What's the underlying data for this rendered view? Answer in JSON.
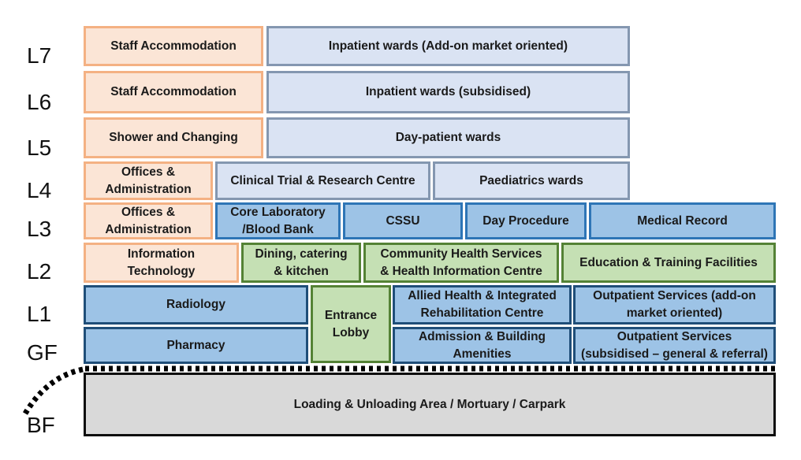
{
  "levels": [
    "L7",
    "L6",
    "L5",
    "L4",
    "L3",
    "L2",
    "L1",
    "GF",
    "BF"
  ],
  "blocks": {
    "l7_staff": "Staff Accommodation",
    "l7_inpatient": "Inpatient wards (Add-on market oriented)",
    "l6_staff": "Staff Accommodation",
    "l6_inpatient": "Inpatient wards (subsidised)",
    "l5_shower": "Shower and Changing",
    "l5_daypatient": "Day-patient wards",
    "l4_offices_1": "Offices &",
    "l4_offices_2": "Administration",
    "l4_clinical": "Clinical Trial & Research Centre",
    "l4_paediatrics": "Paediatrics wards",
    "l3_offices_1": "Offices &",
    "l3_offices_2": "Administration",
    "l3_corelab_1": "Core Laboratory",
    "l3_corelab_2": "/Blood Bank",
    "l3_cssu": "CSSU",
    "l3_dayproc": "Day Procedure",
    "l3_medrecord": "Medical Record",
    "l2_it_1": "Information",
    "l2_it_2": "Technology",
    "l2_dining_1": "Dining, catering",
    "l2_dining_2": "& kitchen",
    "l2_community_1": "Community Health Services",
    "l2_community_2": "& Health Information Centre",
    "l2_education": "Education & Training Facilities",
    "l1_radiology": "Radiology",
    "entrance_1": "Entrance",
    "entrance_2": "Lobby",
    "l1_allied_1": "Allied Health & Integrated",
    "l1_allied_2": "Rehabilitation Centre",
    "l1_outpatient_1": "Outpatient Services (add-on",
    "l1_outpatient_2": "market oriented)",
    "gf_pharmacy": "Pharmacy",
    "gf_admission_1": "Admission & Building",
    "gf_admission_2": "Amenities",
    "gf_outpatient_1": "Outpatient Services",
    "gf_outpatient_2": "(subsidised – general & referral)",
    "bf_loading": "Loading & Unloading Area / Mortuary / Carpark"
  },
  "colors": {
    "staff_fill": "#fbe5d6",
    "ward_fill": "#dae3f3",
    "clinical_fill": "#9dc3e6",
    "shared_fill": "#c5e0b4",
    "basement_fill": "#d9d9d9"
  }
}
